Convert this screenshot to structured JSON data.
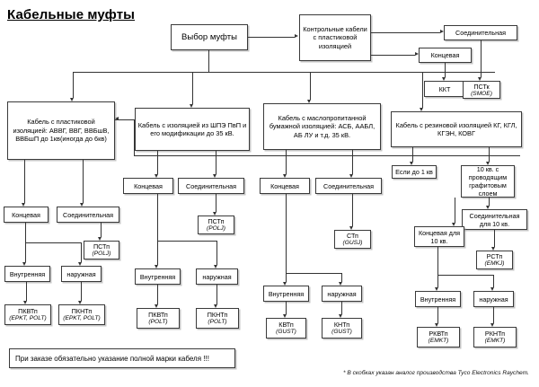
{
  "title": "Кабельные муфты",
  "footnote": "* В скобках указан аналог производства Tyco Electronics Raychem.",
  "note_box": "При заказе обязательно указание полной марки кабеля !!!",
  "diagram": {
    "type": "flowchart",
    "root": {
      "label": "Выбор муфты"
    },
    "control_branch": {
      "source": "Контрольные кабели с пластиковой изоляцией",
      "coupling_splice": "Соединительная",
      "coupling_end": "Концевая",
      "product_end": "ККТ",
      "product_splice": "ПСТк",
      "product_splice_sub": "(SMOE)"
    },
    "columns": [
      {
        "id": "plastic",
        "header": "Кабель с пластиковой изоляцией: АВВГ, ВВГ, ВВБшВ, ВВБшП до 1кв(иногда до 6кв)",
        "end": "Концевая",
        "splice": "Соединительная",
        "splice_product": "ПСТп",
        "splice_product_sub": "(POLJ)",
        "inner": "Внутренняя",
        "outer": "наружная",
        "inner_product": "ПКВТп",
        "inner_product_sub": "(EPKT, POLT)",
        "outer_product": "ПКНТп",
        "outer_product_sub": "(EPKT, POLT)"
      },
      {
        "id": "xlpe",
        "header": "Кабель с изоляцией из ШПЭ ПвП и его модификации до 35 кВ.",
        "end": "Концевая",
        "splice": "Соединительная",
        "splice_product": "ПСТп",
        "splice_product_sub": "(POLJ)",
        "inner": "Внутренняя",
        "outer": "наружная",
        "inner_product": "ПКВТп",
        "inner_product_sub": "(POLT)",
        "outer_product": "ПКНТп",
        "outer_product_sub": "(POLT)"
      },
      {
        "id": "paper",
        "header": "Кабель с маслопропитанной бумажной изоляцией: АСБ, ААБЛ, АБ ЛУ и т.д. 35 кВ.",
        "end": "Концевая",
        "splice": "Соединительная",
        "splice_product": "СТп",
        "splice_product_sub": "(GUSJ)",
        "inner": "Внутренняя",
        "outer": "наружная",
        "inner_product": "КВТп",
        "inner_product_sub": "(GUST)",
        "outer_product": "КНТп",
        "outer_product_sub": "(GUST)"
      },
      {
        "id": "rubber",
        "header": "Кабель с резиновой  изоляцией КГ, КГЛ, КГЭН, КОВГ",
        "cond_low": "Если до 1 кв",
        "cond_high": "10 кв. с проводящим графитовым слоем",
        "splice10": "Соединительная для 10 кв.",
        "splice_product": "РСТп",
        "splice_product_sub": "(EMKJ)",
        "end10": "Концевая для 10 кв.",
        "inner": "Внутренняя",
        "outer": "наружная",
        "inner_product": "РКВТп",
        "inner_product_sub": "(EMKT)",
        "outer_product": "РКНТп",
        "outer_product_sub": "(EMKT)"
      }
    ]
  }
}
